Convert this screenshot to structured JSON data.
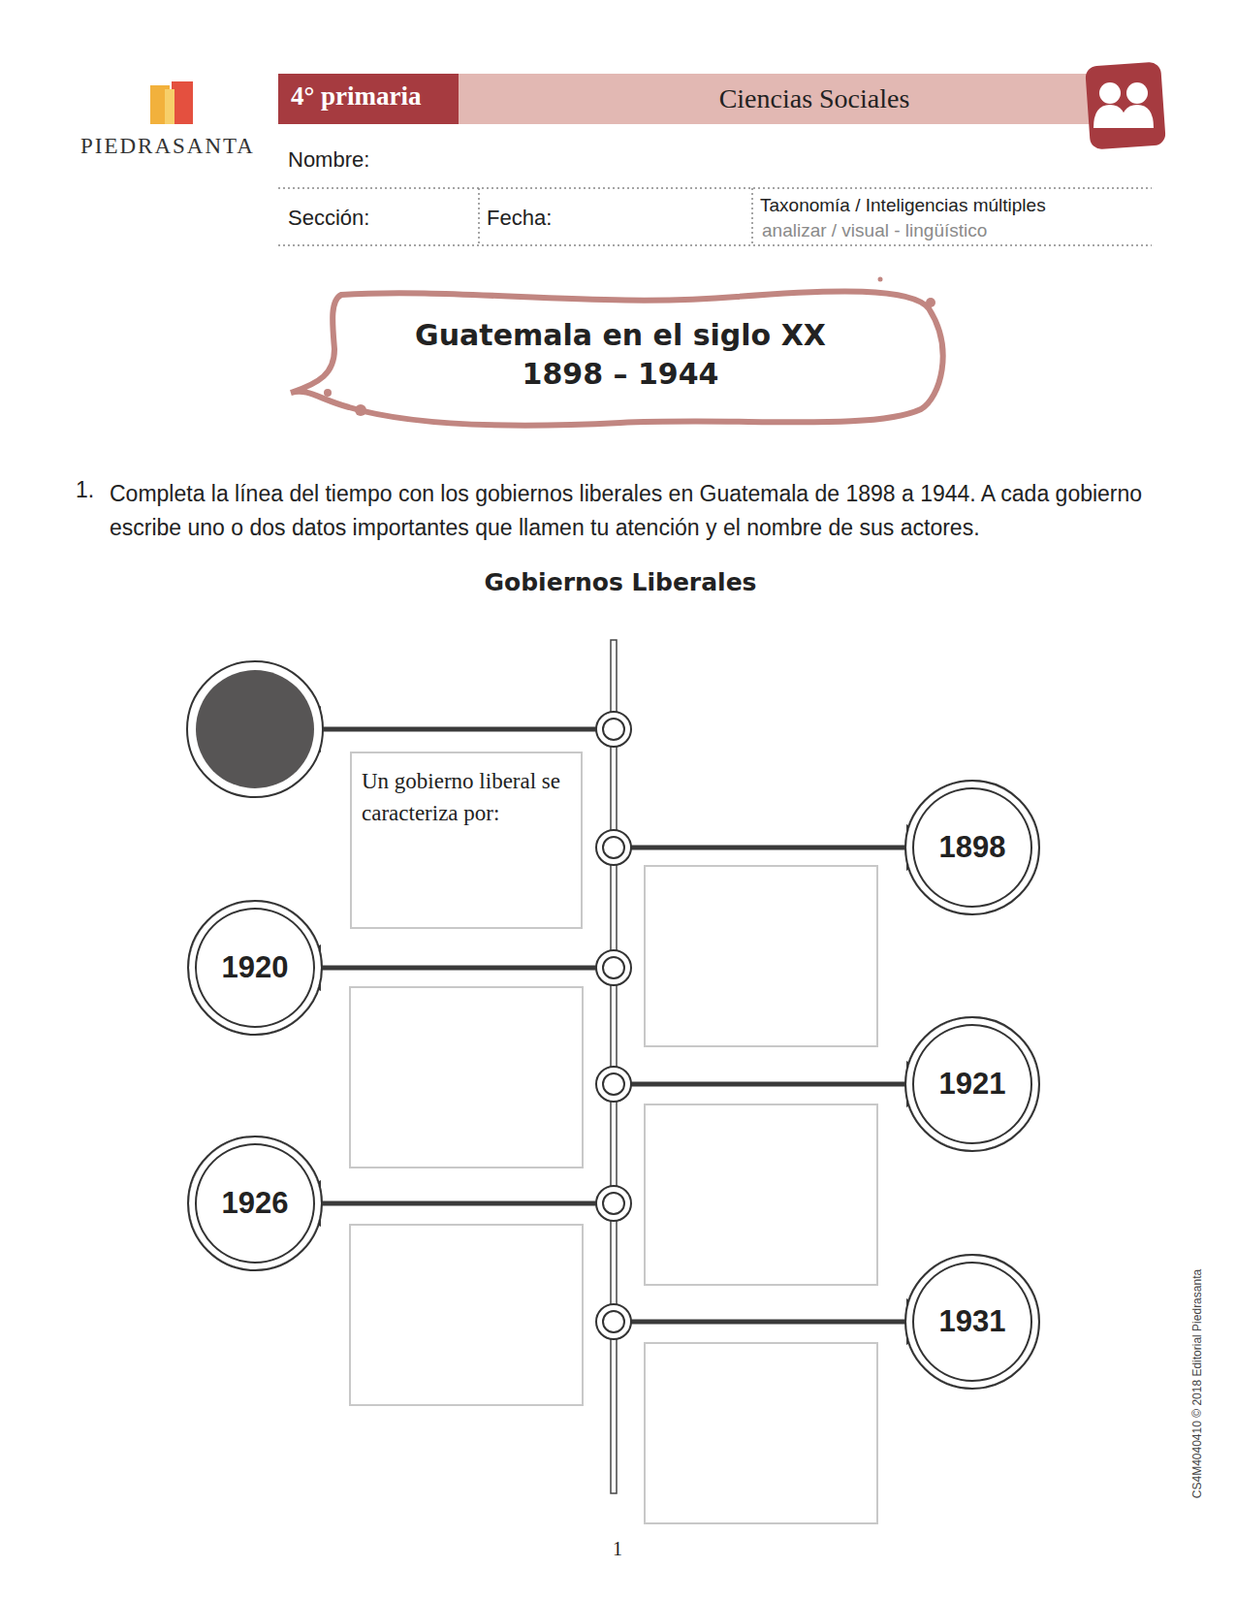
{
  "diagram": {
    "title": "Guatemala en el siglo XX",
    "nodes": [
      {
        "text": [
          "Un gobierno liberal se caracteriza por:"
        ]
      },
      {
        "text": [
          "1898"
        ]
      },
      {
        "text": [
          "1920"
        ]
      },
      {
        "text": [
          "1921"
        ]
      },
      {
        "text": [
          "1926"
        ]
      },
      {
        "text": [
          "1931"
        ]
      }
    ],
    "labels": [
      "PIEDRASANTA",
      "4° primaria",
      "Ciencias Sociales",
      "Nombre:",
      "Sección:",
      "Fecha:",
      "Taxonomía / Inteligencias múltiples",
      "analizar / visual - lingüístico",
      "1898 – 1944",
      "1.",
      "Completa la línea del tiempo con los gobiernos liberales en Guatemala de 1898 a 1944. A cada gobierno escribe uno o dos datos importantes que llamen tu atención y el nombre de sus actores.",
      "Gobiernos Liberales",
      "1",
      "CS4M4040410  © 2018 Editorial Piedrasanta"
    ]
  }
}
